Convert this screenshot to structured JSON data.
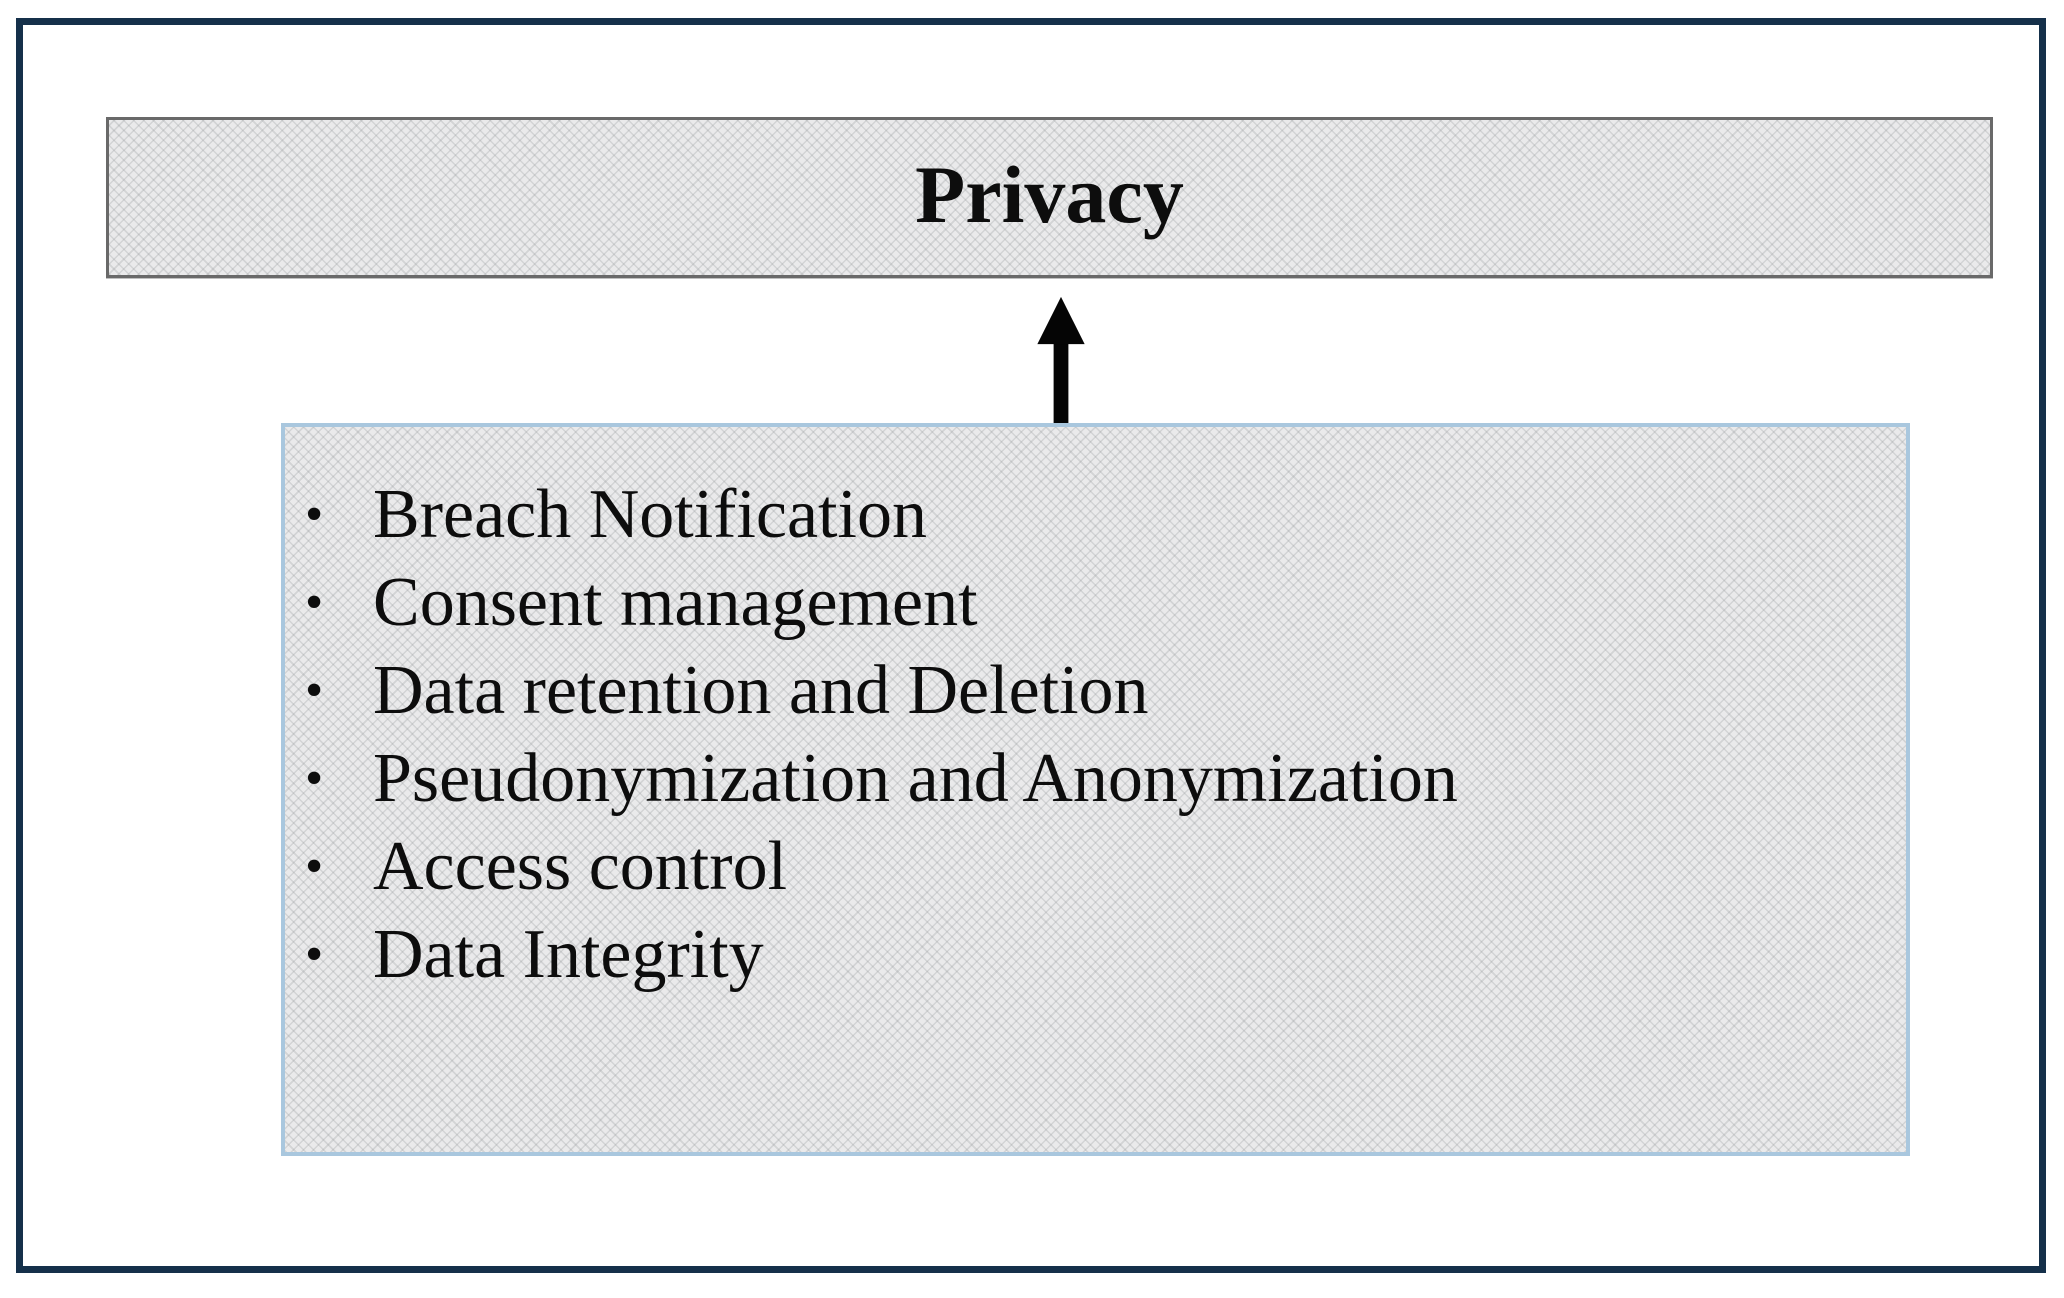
{
  "diagram": {
    "title_box": {
      "label": "Privacy"
    },
    "connector": {
      "type": "arrow-up",
      "description": "arrow pointing from detail list up to Privacy box"
    },
    "detail_box": {
      "items": [
        "Breach Notification",
        "Consent management",
        "Data retention and Deletion",
        "Pseudonymization and Anonymization",
        "Access control",
        "Data Integrity"
      ]
    },
    "colors": {
      "frame_border": "#15304a",
      "title_box_border": "#696969",
      "detail_box_border": "#a9c7de",
      "box_fill": "#eaeaeb",
      "text": "#0d0d0d",
      "arrow": "#050505",
      "background": "#ffffff"
    }
  }
}
